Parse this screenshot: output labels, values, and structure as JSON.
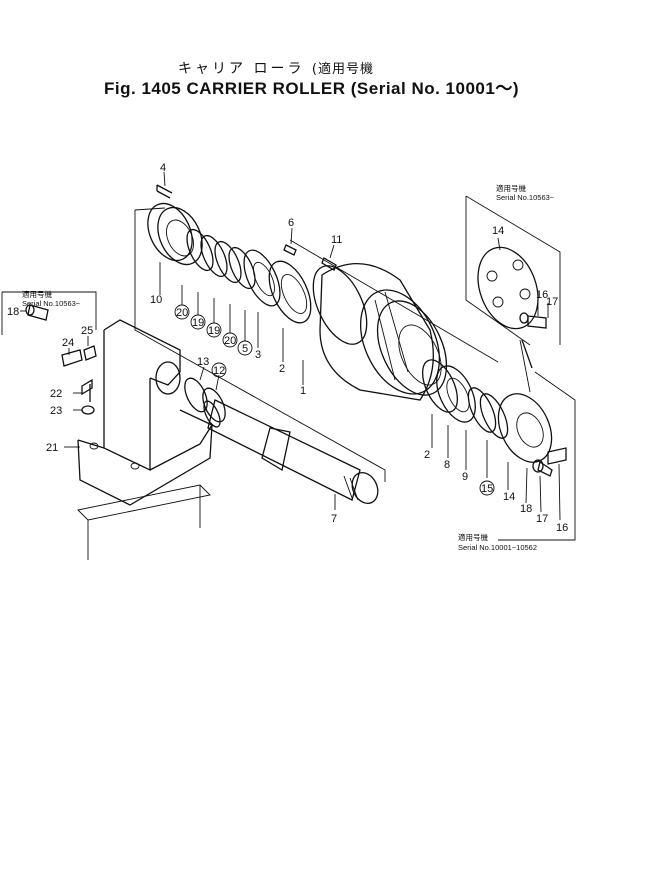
{
  "title": {
    "jp_main": "キャリア ローラ",
    "jp_paren": "(適用号機",
    "en": "Fig. 1405 CARRIER ROLLER (Serial No. 10001～)"
  },
  "notes": {
    "left_jp": "適用号機",
    "left_serial": "Serial No.10563~",
    "right_top_jp": "適用号機",
    "right_top_serial": "Serial No.10563~",
    "right_bottom_jp": "適用号機",
    "right_bottom_serial": "Serial No.10001~10562"
  },
  "callouts": {
    "c4": "4",
    "c6": "6",
    "c11": "11",
    "c10": "10",
    "c20a": "20",
    "c19a": "19",
    "c19b": "19",
    "c20b": "20",
    "c5": "5",
    "c3": "3",
    "c2a": "2",
    "c1": "1",
    "c18a": "18",
    "c25": "25",
    "c24": "24",
    "c22": "22",
    "c23": "23",
    "c21": "21",
    "c13": "13",
    "c12": "12",
    "c7": "7",
    "c2b": "2",
    "c8": "8",
    "c9": "9",
    "c15": "15",
    "c14a": "14",
    "c18b": "18",
    "c17a": "17",
    "c16a": "16",
    "c14b": "14",
    "c16b": "16",
    "c17b": "17"
  }
}
